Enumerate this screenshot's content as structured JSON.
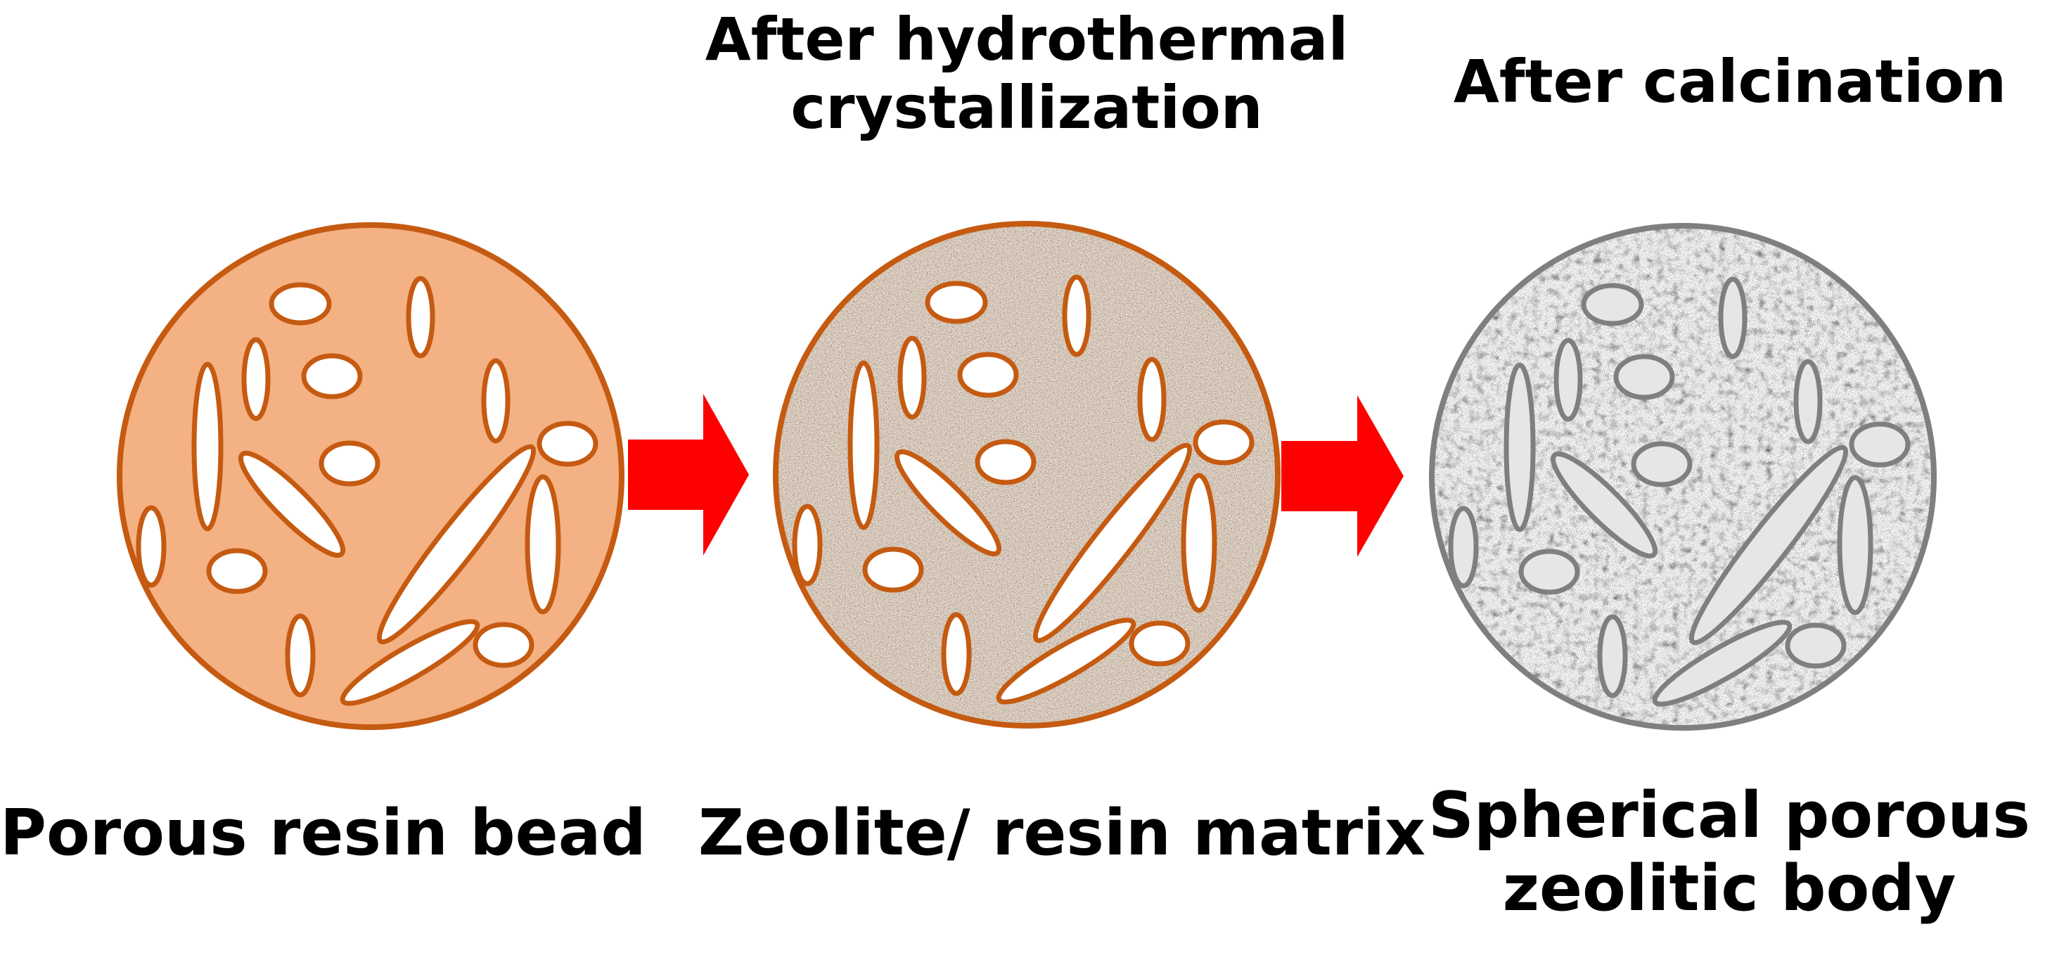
{
  "stages": [
    {
      "id": "resin",
      "top_label": [],
      "bottom_label": [
        "Porous resin bead"
      ],
      "fill": "#F4B183",
      "outline": "#C55A11",
      "pore_fill": "#FFFFFF",
      "pore_stroke": "#C55A11",
      "texture": "none"
    },
    {
      "id": "zeolite-resin",
      "top_label": [
        "After hydrothermal",
        "crystallization"
      ],
      "bottom_label": [
        "Zeolite/ resin matrix"
      ],
      "fill": "#A39589",
      "outline": "#C55A11",
      "pore_fill": "#FFFFFF",
      "pore_stroke": "#C55A11",
      "texture": "brown-speckle"
    },
    {
      "id": "zeolitic-body",
      "top_label": [
        "After calcination"
      ],
      "bottom_label": [
        "Spherical porous",
        "zeolitic body"
      ],
      "fill": "#C8C8C8",
      "outline": "#7F7F7F",
      "pore_fill": "#E6E6E6",
      "pore_stroke": "#7F7F7F",
      "texture": "gray-mottle"
    }
  ],
  "arrow_color": "#FF0000"
}
